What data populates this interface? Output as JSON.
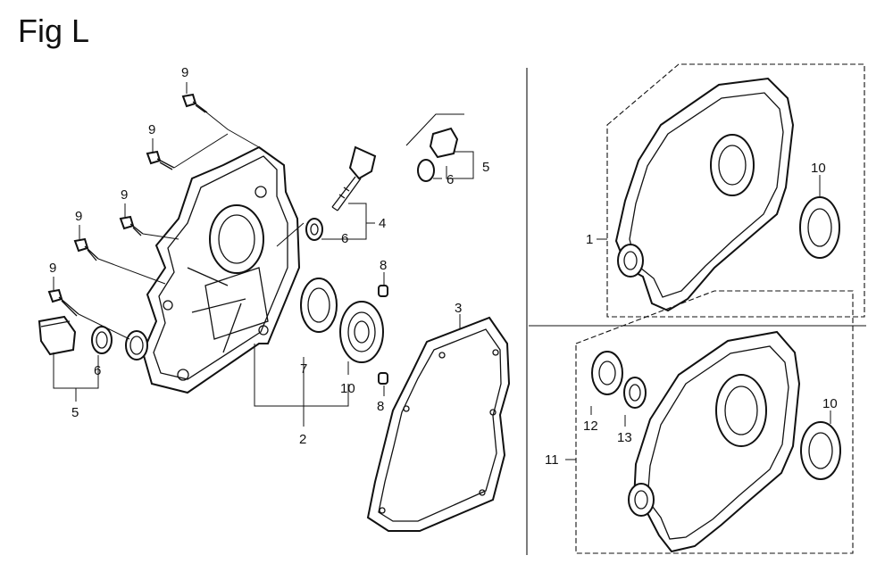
{
  "title": "Fig L",
  "callouts": {
    "c9a": "9",
    "c9b": "9",
    "c9c": "9",
    "c9d": "9",
    "c9e": "9",
    "c5a": "5",
    "c6a": "6",
    "c6b": "6",
    "c4": "4",
    "c5b": "5",
    "c6c": "6",
    "c8a": "8",
    "c8b": "8",
    "c7": "7",
    "c10a": "10",
    "c2": "2",
    "c3": "3",
    "c1": "1",
    "c10b": "10",
    "c11": "11",
    "c12": "12",
    "c13": "13",
    "c10c": "10"
  }
}
